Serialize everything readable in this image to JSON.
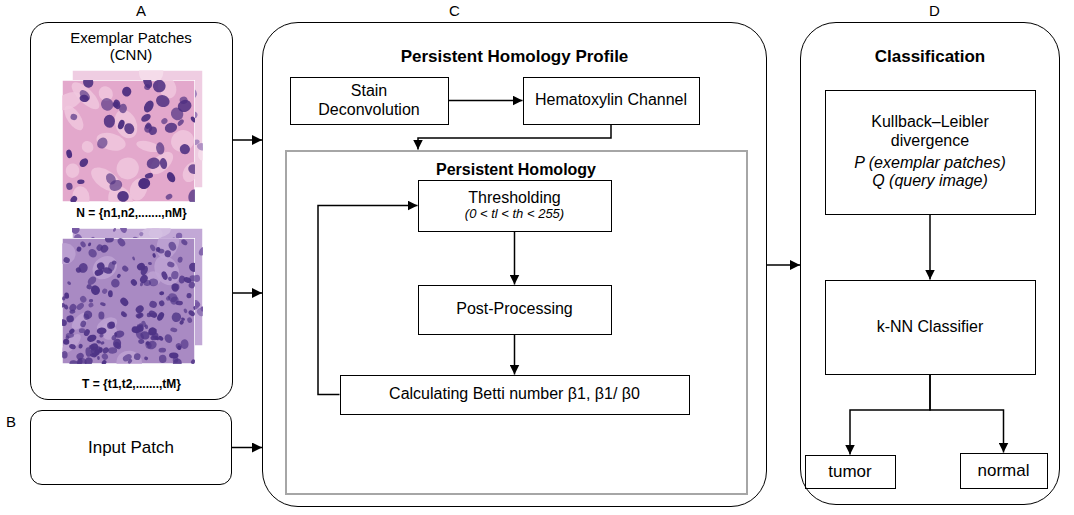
{
  "diagram": {
    "nodes": [
      {
        "text": [
          "A",
          "Exemplar Patches (CNN)",
          "N = {n1,n2,.......,nM}",
          "T = {t1,t2,.......,tM}"
        ]
      },
      {
        "text": [
          "B",
          "Input Patch"
        ]
      },
      {
        "text": [
          "C",
          "Persistent Homology Profile"
        ]
      },
      {
        "text": [
          "Stain Deconvolution"
        ],
        "in": 2
      },
      {
        "text": [
          "Hematoxylin Channel"
        ],
        "in": 2
      },
      {
        "text": [
          "Persistent Homology"
        ],
        "in": 2
      },
      {
        "text": [
          "Thresholding",
          "(0 < tl < th < 255)"
        ],
        "in": 5
      },
      {
        "text": [
          "Post-Processing"
        ],
        "in": 5
      },
      {
        "text": [
          "Calculating Betti number β1, β1/ β0"
        ],
        "in": 5
      },
      {
        "text": [
          "D",
          "Classification"
        ]
      },
      {
        "text": [
          "Kullback–Leibler divergence",
          "P (exemplar patches)",
          "Q (query image)"
        ],
        "in": 9
      },
      {
        "text": [
          "k-NN Classifier"
        ],
        "in": 9
      },
      {
        "text": [
          "tumor"
        ],
        "in": 9
      },
      {
        "text": [
          "normal"
        ],
        "in": 9
      }
    ],
    "edges": [
      {
        "from": 0,
        "to": 2,
        "arrow": "to"
      },
      {
        "from": 0,
        "to": 2,
        "arrow": "to"
      },
      {
        "from": 1,
        "to": 2,
        "arrow": "to"
      },
      {
        "from": 2,
        "to": 9,
        "arrow": "to"
      },
      {
        "from": 3,
        "to": 4,
        "arrow": "to"
      },
      {
        "from": 4,
        "to": 5,
        "arrow": "to"
      },
      {
        "from": 6,
        "to": 7,
        "arrow": "to"
      },
      {
        "from": 7,
        "to": 8,
        "arrow": "to"
      },
      {
        "from": 8,
        "to": 6,
        "arrow": "to"
      },
      {
        "from": 10,
        "to": 11,
        "arrow": "to"
      },
      {
        "from": 11,
        "to": 12,
        "arrow": "to"
      },
      {
        "from": 11,
        "to": 13,
        "arrow": "to"
      }
    ]
  }
}
